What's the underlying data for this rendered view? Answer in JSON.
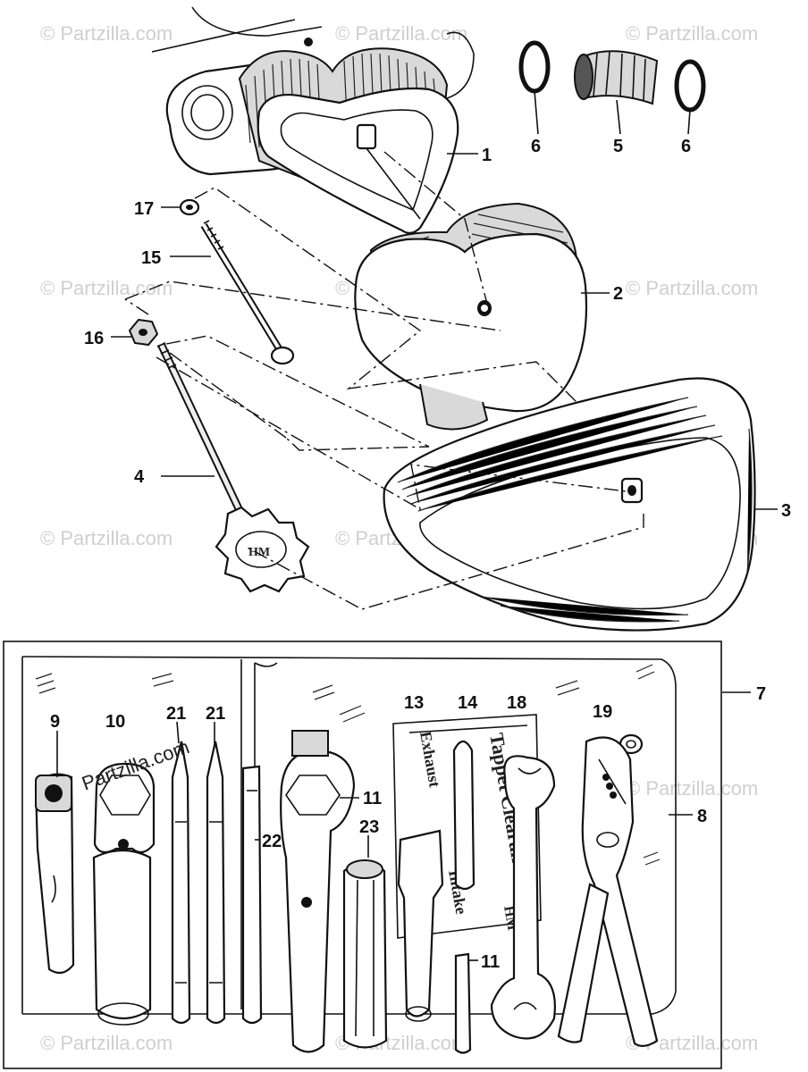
{
  "watermark": {
    "text": "© Partzilla.com",
    "dark_text": "Partzilla.com"
  },
  "callouts": {
    "p1": "1",
    "p2": "2",
    "p3": "3",
    "p4": "4",
    "p5": "5",
    "p6a": "6",
    "p6b": "6",
    "p7": "7",
    "p8": "8",
    "p9": "9",
    "p10": "10",
    "p11a": "11",
    "p11b": "11",
    "p13": "13",
    "p14": "14",
    "p15": "15",
    "p16": "16",
    "p17": "17",
    "p18": "18",
    "p19": "19",
    "p21a": "21",
    "p21b": "21",
    "p22": "22",
    "p23": "23"
  },
  "bag_labels": {
    "tappet": "Tappet Clearance",
    "exhaust": "Exhaust",
    "intake": "Intake",
    "badge": "HM"
  }
}
